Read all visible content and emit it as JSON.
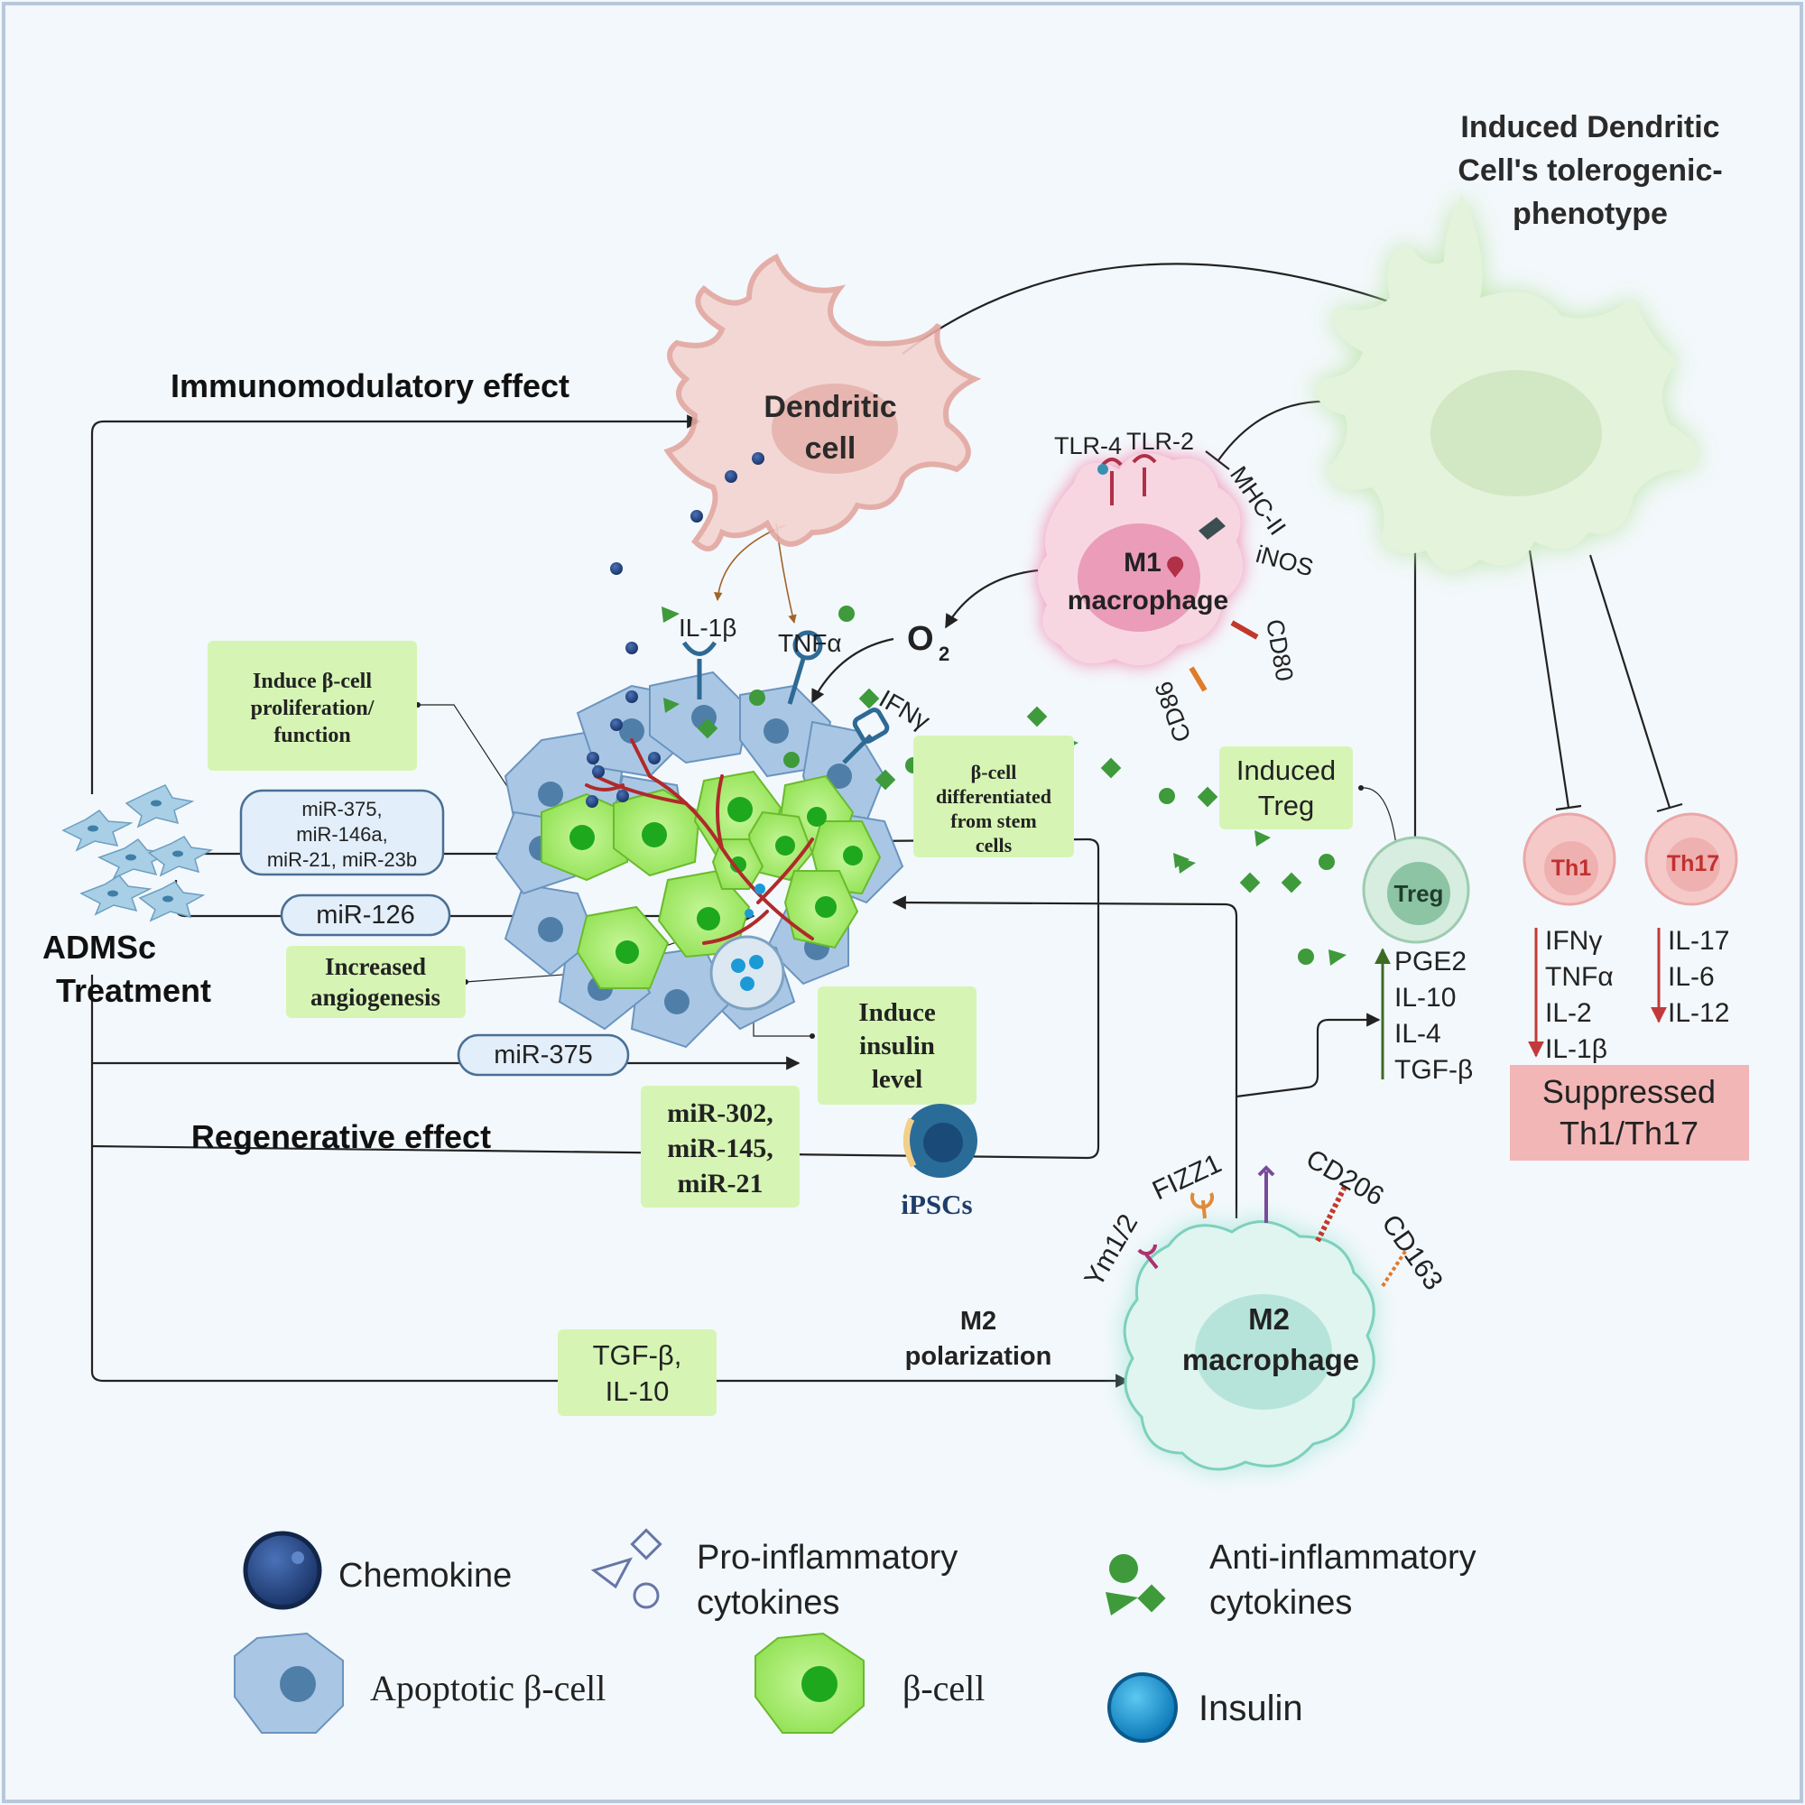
{
  "colors": {
    "background": "#f3f8fc",
    "frame": "#b8c8dc",
    "green_box": "#d6f5b4",
    "blue_box": "#e2eef9",
    "blue_box_border": "#4a6f94",
    "arrow": "#222222",
    "red_arrow": "#c23a3a",
    "green_arrow": "#3d6b25",
    "suppressed_box": "#f2b6b6",
    "dendritic_cell": "#f3d4d0",
    "tolerogenic_cell": "#dff0d4",
    "m1_macrophage": "#f5c6d6",
    "m2_macrophage": "#d3f0ea",
    "beta_cell": "#a8ef6a",
    "apoptotic_cell": "#a9c7e4",
    "chemokine": "#2a4d8c",
    "anti_inflammatory": "#3e9a3a",
    "insulin": "#1c9ad6"
  },
  "labels": {
    "immunomodulatory": "Immunomodulatory effect",
    "regenerative": "Regenerative  effect",
    "admsc_line1": "ADMSc",
    "admsc_line2": "Treatment",
    "dendritic_line1": "Dendritic",
    "dendritic_line2": "cell",
    "tolerogenic_line1": "Induced Dendritic",
    "tolerogenic_line2": "Cell's tolerogenic-",
    "tolerogenic_line3": "phenotype",
    "m1_line1": "M1",
    "m1_line2": "macrophage",
    "m2_line1": "M2",
    "m2_line2": "macrophage",
    "m2_polarization_line1": "M2",
    "m2_polarization_line2": "polarization",
    "o2": "O",
    "o2_sub": "2",
    "treg": "Treg",
    "th1": "Th1",
    "th17": "Th17",
    "ipscs": "iPSCs"
  },
  "receptors": {
    "il1b": "IL-1β",
    "tnfa": "TNFα",
    "ifng": "IFNγ",
    "tlr4": "TLR-4",
    "tlr2": "TLR-2",
    "mhc2": "MHC-II",
    "inos": "iNOS",
    "cd80": "CD80",
    "cd86": "CD86",
    "ym12": "Ym1/2",
    "fizz1": "FIZZ1",
    "cd206": "CD206",
    "cd163": "CD163"
  },
  "boxes": {
    "induce_beta": [
      "Induce β-cell",
      "proliferation/",
      "function"
    ],
    "mir_group": [
      "miR-375,",
      "miR-146a,",
      "miR-21, miR-23b"
    ],
    "mir126": "miR-126",
    "angiogenesis": [
      "Increased",
      "angiogenesis"
    ],
    "mir375": "miR-375",
    "induce_insulin": [
      "Induce",
      "insulin",
      "level"
    ],
    "mir302": [
      "miR-302,",
      "miR-145,",
      "miR-21"
    ],
    "beta_diff": [
      "β-cell",
      "differentiated",
      "from stem",
      "cells"
    ],
    "induced_treg": [
      "Induced",
      "Treg"
    ],
    "tgf_il10": [
      "TGF-β,",
      "IL-10"
    ],
    "suppressed": [
      "Suppressed",
      "Th1/Th17"
    ]
  },
  "cytokine_lists": {
    "treg": [
      "PGE2",
      "IL-10",
      "IL-4",
      "TGF-β"
    ],
    "th1": [
      "IFNγ",
      "TNFα",
      "IL-2",
      "IL-1β"
    ],
    "th17": [
      "IL-17",
      "IL-6",
      "IL-12"
    ]
  },
  "legend": {
    "chemokine": "Chemokine",
    "pro_line1": "Pro-inflammatory",
    "pro_line2": "cytokines",
    "anti_line1": "Anti-inflammatory",
    "anti_line2": "cytokines",
    "apoptotic": "Apoptotic β-cell",
    "beta_cell": "β-cell",
    "insulin": "Insulin"
  }
}
